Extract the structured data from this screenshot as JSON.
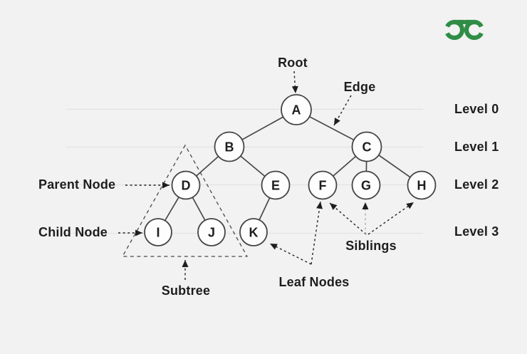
{
  "brand": {
    "logo_icon": "geeksforgeeks-logo",
    "logo_color": "#2f8d46"
  },
  "diagram": {
    "type": "tree-data-structure-terminology",
    "annotations": {
      "root": "Root",
      "edge": "Edge",
      "parent_node": "Parent Node",
      "child_node": "Child Node",
      "subtree": "Subtree",
      "leaf_nodes": "Leaf Nodes",
      "siblings": "Siblings"
    },
    "levels": [
      {
        "label": "Level 0"
      },
      {
        "label": "Level 1"
      },
      {
        "label": "Level 2"
      },
      {
        "label": "Level 3"
      }
    ],
    "nodes": [
      {
        "id": "A",
        "level": 0,
        "parent": null
      },
      {
        "id": "B",
        "level": 1,
        "parent": "A"
      },
      {
        "id": "C",
        "level": 1,
        "parent": "A"
      },
      {
        "id": "D",
        "level": 2,
        "parent": "B"
      },
      {
        "id": "E",
        "level": 2,
        "parent": "B"
      },
      {
        "id": "F",
        "level": 2,
        "parent": "C"
      },
      {
        "id": "G",
        "level": 2,
        "parent": "C"
      },
      {
        "id": "H",
        "level": 2,
        "parent": "C"
      },
      {
        "id": "I",
        "level": 3,
        "parent": "D"
      },
      {
        "id": "J",
        "level": 3,
        "parent": "D"
      },
      {
        "id": "K",
        "level": 3,
        "parent": "E"
      }
    ],
    "edges": [
      [
        "A",
        "B"
      ],
      [
        "A",
        "C"
      ],
      [
        "B",
        "D"
      ],
      [
        "B",
        "E"
      ],
      [
        "C",
        "F"
      ],
      [
        "C",
        "G"
      ],
      [
        "C",
        "H"
      ],
      [
        "D",
        "I"
      ],
      [
        "D",
        "J"
      ],
      [
        "E",
        "K"
      ]
    ]
  }
}
